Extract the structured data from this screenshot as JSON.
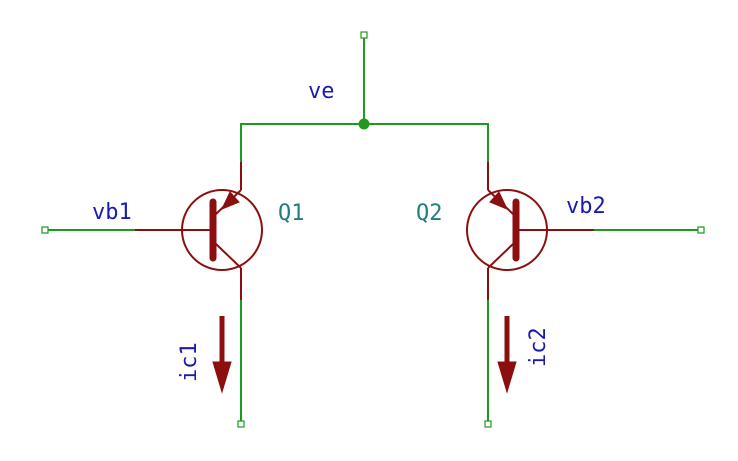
{
  "labels": {
    "ve": "ve",
    "vb1": "vb1",
    "vb2": "vb2",
    "q1": "Q1",
    "q2": "Q2",
    "ic1": "ic1",
    "ic2": "ic2"
  },
  "colors": {
    "wire": "#1f9a1f",
    "device": "#8b0f0f",
    "net_label": "#1a1ab0",
    "reference_label": "#1f7f7a"
  }
}
